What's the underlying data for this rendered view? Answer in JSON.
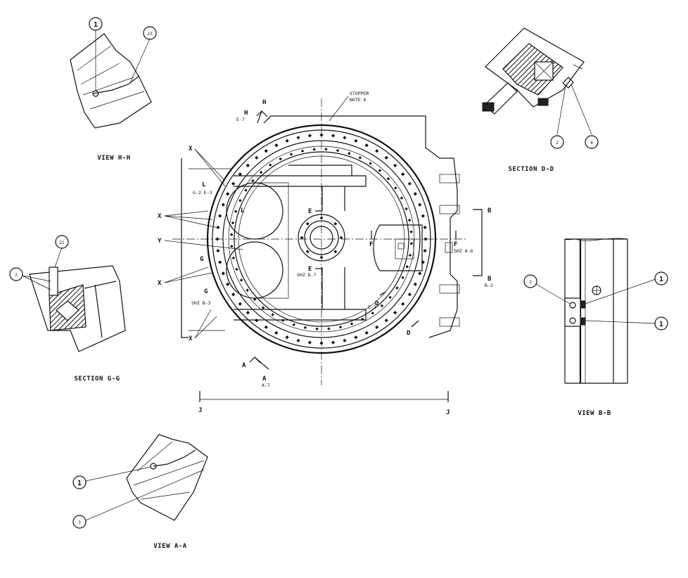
{
  "views": {
    "view_h": {
      "title": "VIEW H-H",
      "callouts": [
        "1",
        "22"
      ]
    },
    "section_d": {
      "title": "SECTION D-D",
      "callouts": [
        "2",
        "4"
      ]
    },
    "section_g": {
      "title": "SECTION G-G",
      "callouts": [
        "2",
        "21"
      ]
    },
    "view_b": {
      "title": "VIEW B-B",
      "callouts": [
        "2",
        "1",
        "1"
      ]
    },
    "view_a": {
      "title": "VIEW A-A",
      "callouts": [
        "1",
        "3"
      ]
    }
  },
  "main": {
    "stopper_note": [
      "STOPPER",
      "NOTE A"
    ],
    "ref_h": "H",
    "ref_h_sheet": "E-7",
    "ref_e": "E",
    "ref_e_sheet": "SHZ D-7",
    "ref_f": "F",
    "ref_f_sheet": "SHZ A-6",
    "ref_b": "B",
    "ref_b_sheet": "B-2",
    "ref_a": "A",
    "ref_a_sheet": "A-7",
    "ref_d": "D",
    "ref_d_sheet": "E-3",
    "ref_g": "G",
    "ref_g_sheet": "SHZ B-3",
    "ref_l": "L",
    "ref_l_sheet": "G-2  E-3",
    "ref_j": "J",
    "label_x": "X",
    "label_y": "Y"
  }
}
